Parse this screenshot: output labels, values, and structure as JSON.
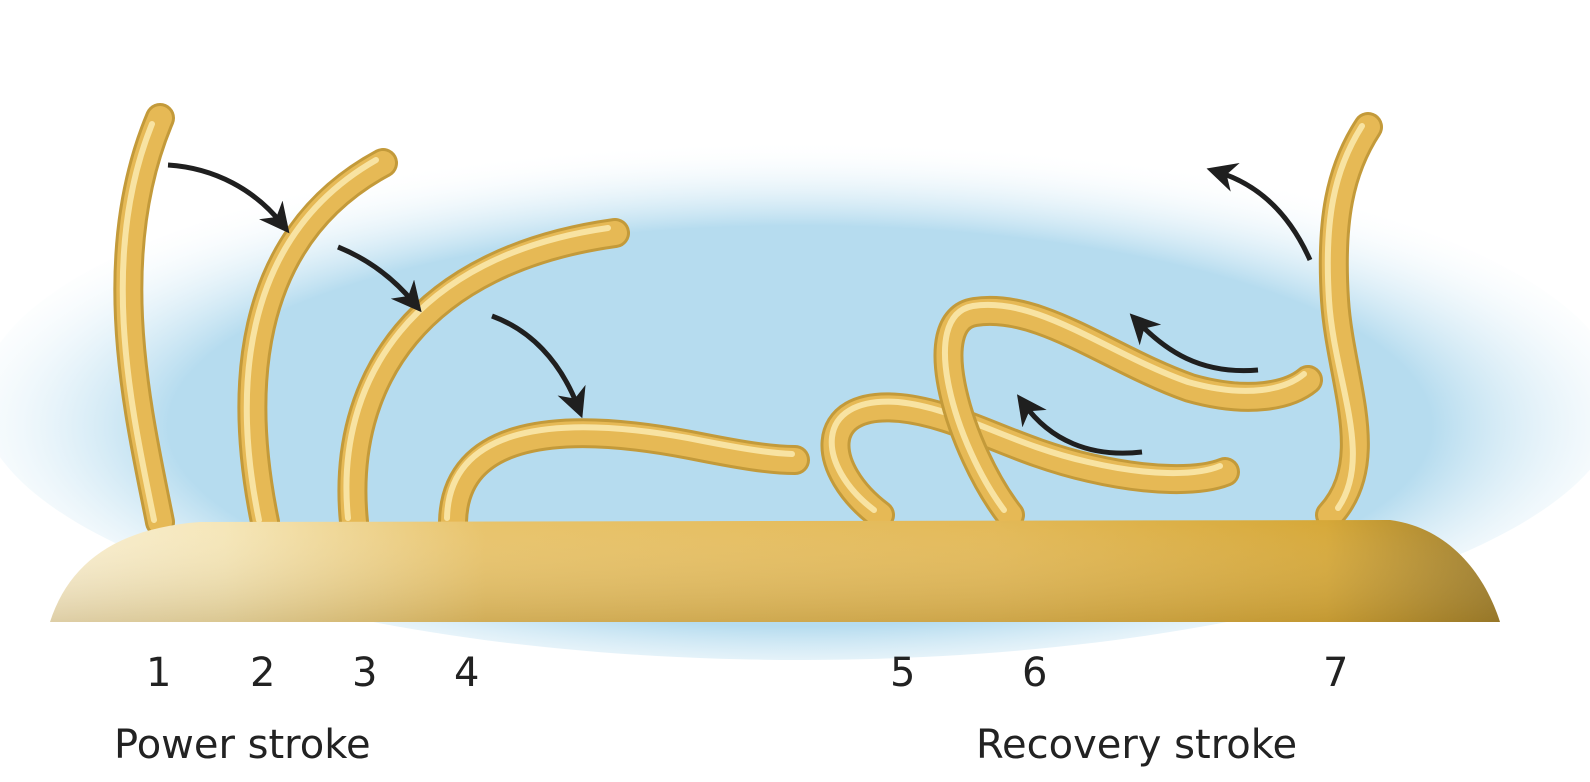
{
  "diagram": {
    "stage_labels": [
      "1",
      "2",
      "3",
      "4",
      "5",
      "6",
      "7"
    ],
    "captions": {
      "power": "Power stroke",
      "recovery": "Recovery stroke"
    },
    "colors": {
      "cilium_light": "#f6dc8c",
      "cilium": "#e6b955",
      "cilium_dark": "#c39a3a",
      "background_glow": "#b6dcef",
      "arrow": "#1f1f1f"
    }
  }
}
